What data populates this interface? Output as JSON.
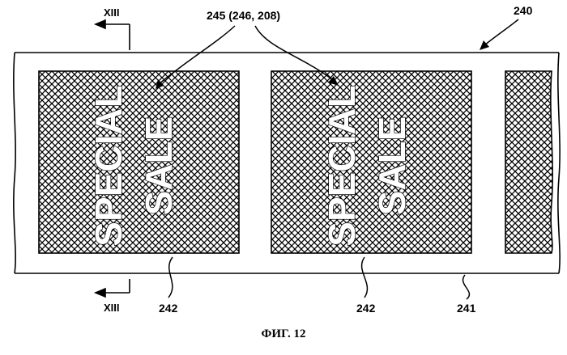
{
  "figure": {
    "caption": "ФИГ. 12",
    "labels": {
      "tape": "240",
      "label_group": "245 (246, 208)",
      "label_left": "242",
      "label_right": "242",
      "base": "241",
      "section_top": "XIII",
      "section_bottom": "XIII"
    },
    "sticker_text": {
      "line1": "SPECIAL",
      "line2": "SALE"
    }
  }
}
